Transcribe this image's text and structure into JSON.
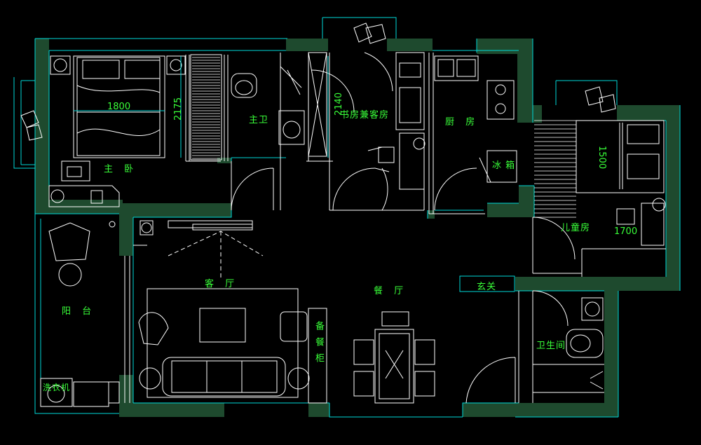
{
  "rooms": {
    "master_bedroom": "主 卧",
    "master_bath": "主卫",
    "study_guest": "书房兼客房",
    "kitchen": "厨 房",
    "fridge": "冰 箱",
    "children_room": "儿童房",
    "living_room": "客 厅",
    "dining_room": "餐 厅",
    "entrance": "玄关",
    "balcony": "阳 台",
    "bathroom": "卫生间",
    "washer": "洗衣机",
    "pantry_cabinet": "备餐柜"
  },
  "dimensions": {
    "bed_master_width": "1800",
    "bed_master_length": "2175",
    "study_depth": "2140",
    "child_bed_length": "1500",
    "child_bed_width": "1700"
  },
  "colors": {
    "background": "#000000",
    "wall_fill": "#1e4a2e",
    "outline": "#00e5e5",
    "furniture": "#ffffff",
    "label": "#39ff39"
  }
}
